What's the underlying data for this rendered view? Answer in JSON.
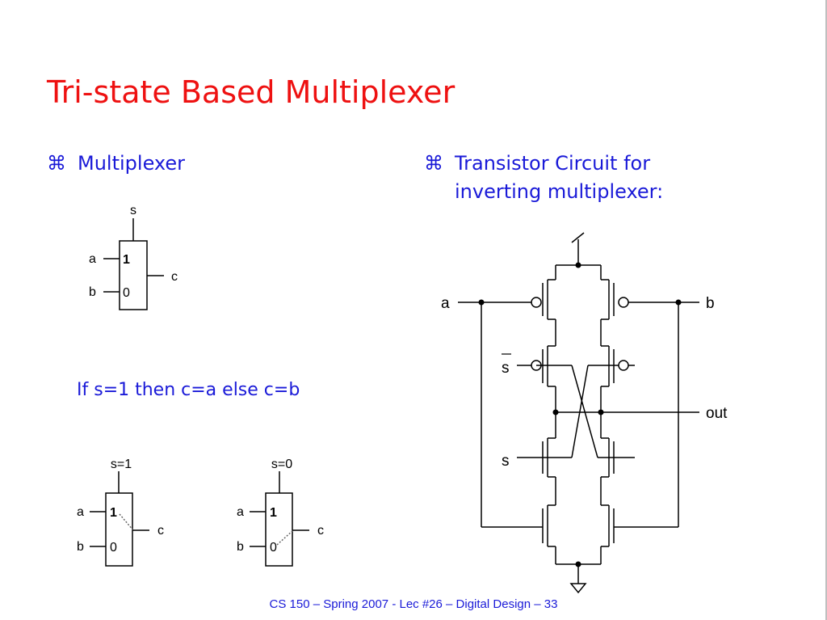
{
  "slide": {
    "title": "Tri-state Based Multiplexer",
    "bullet_symbol": "⌘",
    "bullets": [
      {
        "text": "Multiplexer"
      },
      {
        "text_line1": "Transistor Circuit for",
        "text_line2": "inverting multiplexer:"
      }
    ],
    "rule": "If s=1 then c=a else c=b",
    "footer": "CS 150 – Spring 2007 - Lec #26 – Digital Design  – 33"
  },
  "mux_top": {
    "select": "s",
    "in1": "a",
    "in0": "b",
    "out": "c",
    "port1": "1",
    "port0": "0"
  },
  "mux_s1": {
    "select": "s=1",
    "in1": "a",
    "in0": "b",
    "out": "c",
    "port1": "1",
    "port0": "0"
  },
  "mux_s0": {
    "select": "s=0",
    "in1": "a",
    "in0": "b",
    "out": "c",
    "port1": "1",
    "port0": "0"
  },
  "circuit": {
    "a": "a",
    "b": "b",
    "sbar": "s",
    "s": "s",
    "out": "out"
  },
  "colors": {
    "title": "#ee1111",
    "text": "#1a1ad8",
    "lines": "#000000"
  }
}
